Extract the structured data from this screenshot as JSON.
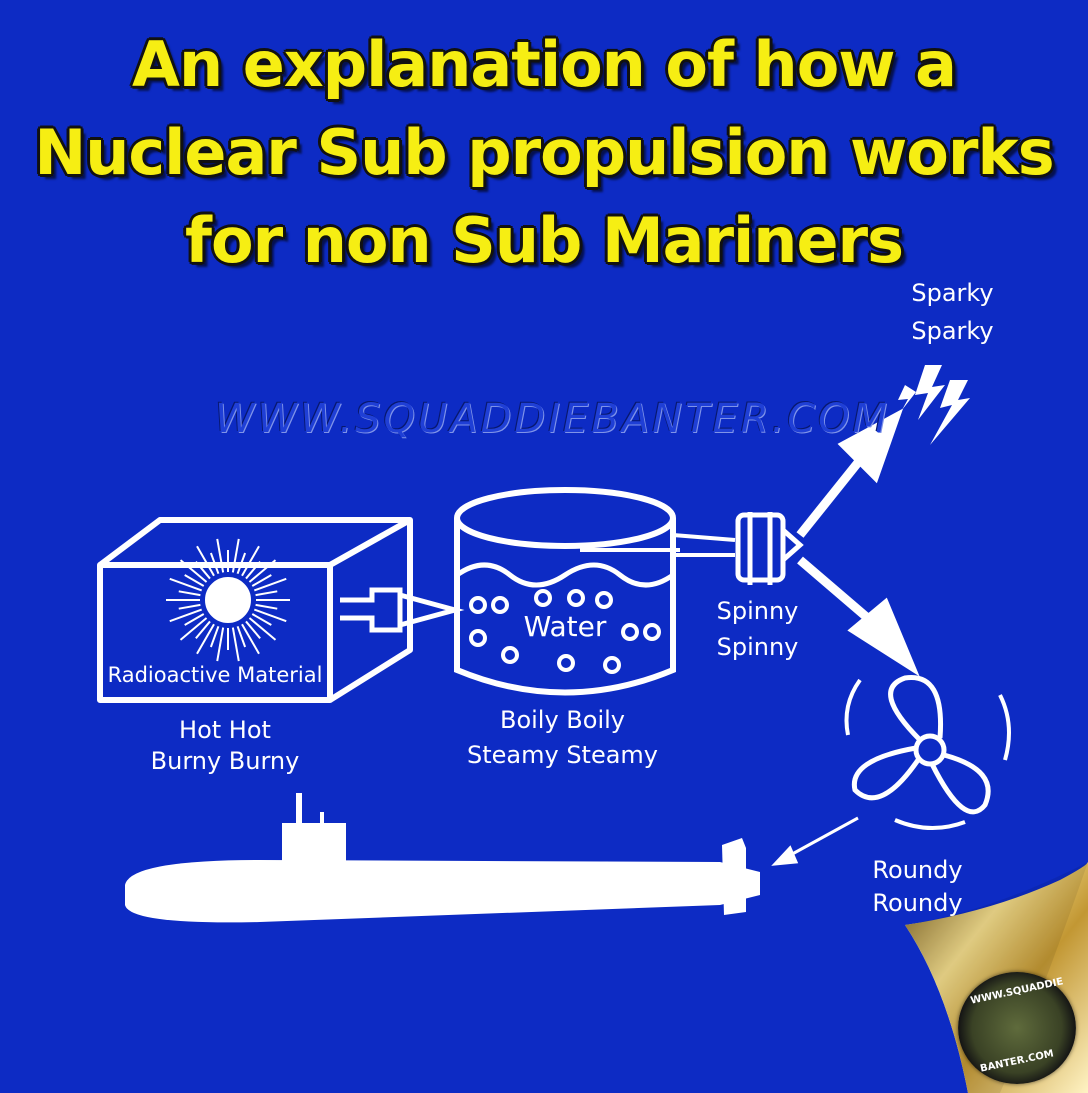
{
  "title": {
    "line1": "An explanation of how a",
    "line2": "Nuclear Sub propulsion works",
    "line3": "for non Sub Mariners"
  },
  "watermark": "WWW.SQUADDIEBANTER.COM",
  "labels": {
    "reactor_box": "Radioactive Material",
    "reactor_line1": "Hot Hot",
    "reactor_line2": "Burny Burny",
    "water": "Water",
    "boiler_line1": "Boily Boily",
    "boiler_line2": "Steamy Steamy",
    "turbine_line1": "Spinny",
    "turbine_line2": "Spinny",
    "generator_line1": "Sparky",
    "generator_line2": "Sparky",
    "propeller_line1": "Roundy",
    "propeller_line2": "Roundy"
  },
  "logo_text": {
    "top": "WWW.SQUADDIE",
    "bottom": "BANTER.COM"
  },
  "colors": {
    "background_blue": "#0d2bc4",
    "title_yellow": "#f6ee13",
    "drawing_white": "#ffffff",
    "page_curl_gold": "#c9a347"
  }
}
